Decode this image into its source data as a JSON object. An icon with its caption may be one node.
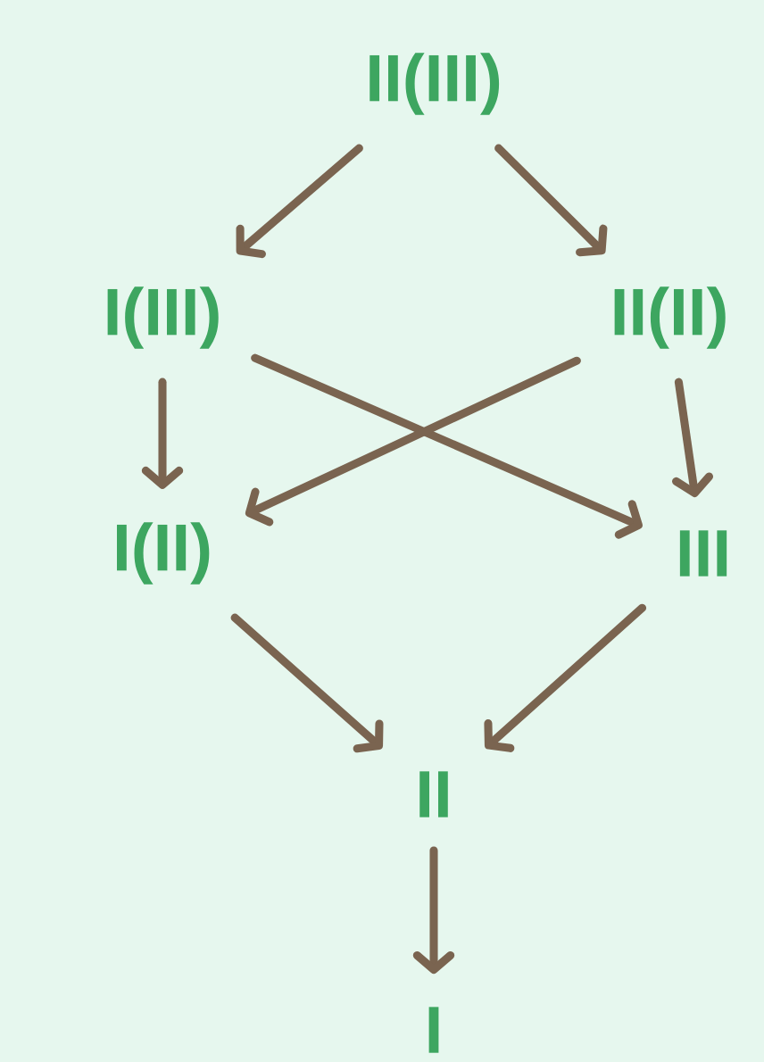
{
  "diagram": {
    "nodes": [
      {
        "text": [
          "II(III)"
        ]
      },
      {
        "text": [
          "I(III)"
        ]
      },
      {
        "text": [
          "II(II)"
        ]
      },
      {
        "text": [
          "I(II)"
        ]
      },
      {
        "text": [
          "III"
        ]
      },
      {
        "text": [
          "II"
        ]
      },
      {
        "text": [
          "I"
        ]
      }
    ],
    "edges": [
      {
        "from": 0,
        "to": 1,
        "arrow": "to"
      },
      {
        "from": 0,
        "to": 2,
        "arrow": "to"
      },
      {
        "from": 1,
        "to": 3,
        "arrow": "to"
      },
      {
        "from": 1,
        "to": 4,
        "arrow": "to"
      },
      {
        "from": 2,
        "to": 3,
        "arrow": "to"
      },
      {
        "from": 2,
        "to": 4,
        "arrow": "to"
      },
      {
        "from": 3,
        "to": 5,
        "arrow": "to"
      },
      {
        "from": 4,
        "to": 5,
        "arrow": "to"
      },
      {
        "from": 5,
        "to": 6,
        "arrow": "to"
      }
    ]
  }
}
